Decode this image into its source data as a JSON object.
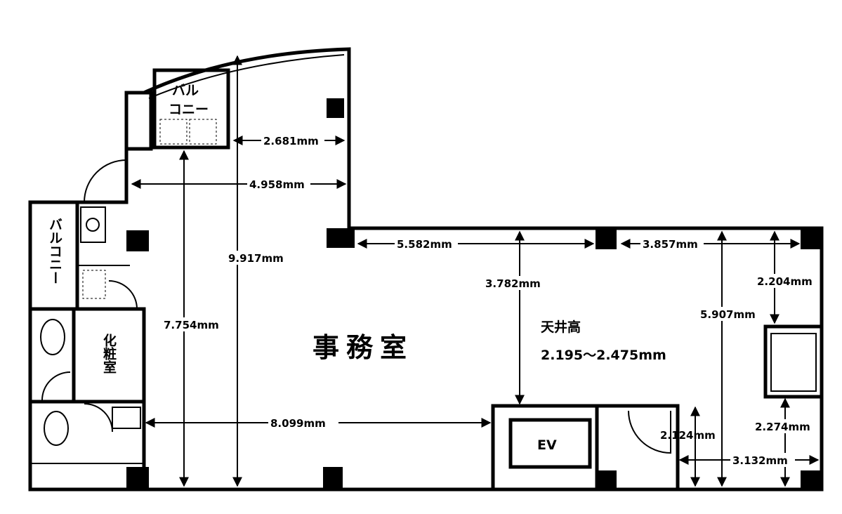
{
  "plan": {
    "main_room": "事務室",
    "ceiling_height_label": "天井高",
    "ceiling_height_value": "2.195～2.475mm",
    "elevator": "EV",
    "balcony_top": [
      "バル",
      "コニー"
    ],
    "balcony_left": "バルコニー",
    "powder_room": "化粧室"
  },
  "dimensions": {
    "d_2681": "2.681mm",
    "d_4958": "4.958mm",
    "d_5582": "5.582mm",
    "d_3857": "3.857mm",
    "d_9917": "9.917mm",
    "d_3782": "3.782mm",
    "d_2204": "2.204mm",
    "d_7754": "7.754mm",
    "d_5907": "5.907mm",
    "d_8099": "8.099mm",
    "d_2124": "2.124mm",
    "d_2274": "2.274mm",
    "d_3132": "3.132mm"
  }
}
